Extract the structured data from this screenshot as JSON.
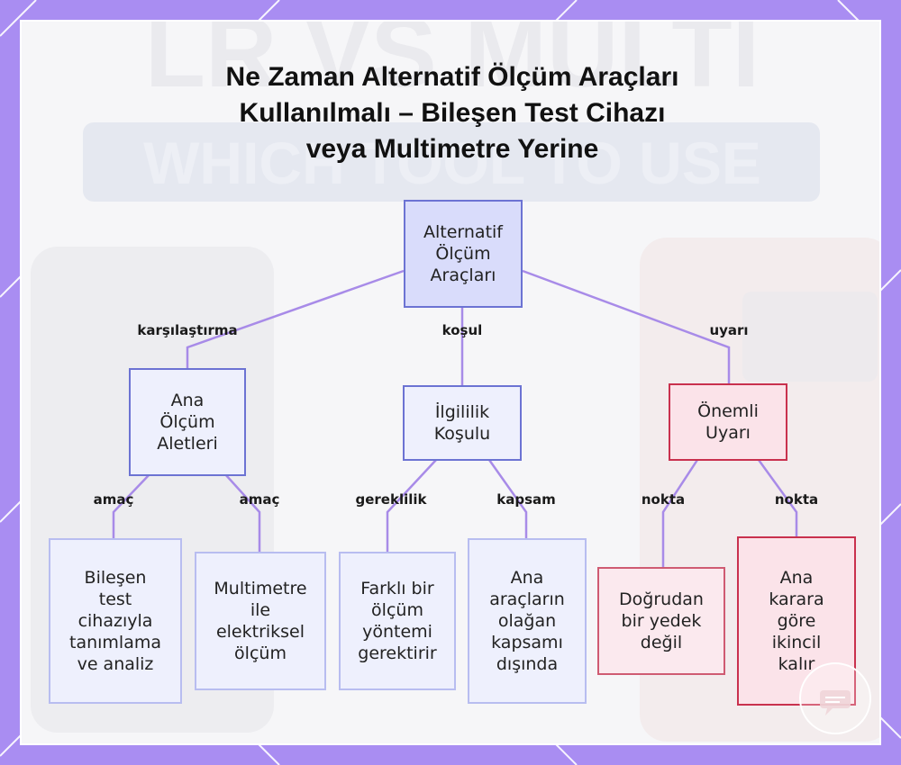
{
  "title": {
    "line1": "Ne Zaman Alternatif Ölçüm Araçları",
    "line2": "Kullanılmalı – Bileşen Test Cihazı",
    "line3": "veya Multimetre Yerine"
  },
  "nodes": {
    "root": "Alternatif\nÖlçüm\nAraçları",
    "main_tools": "Ana\nÖlçüm\nAletleri",
    "relevance": "İlgililik\nKoşulu",
    "warning": "Önemli\nUyarı",
    "component_tester": "Bileşen\ntest\ncihazıyla\ntanımlama\nve analiz",
    "multimeter": "Multimetre\nile\nelektriksel\nölçüm",
    "different_method": "Farklı bir\nölçüm\nyöntemi\ngerektirir",
    "outside_scope": "Ana\naraçların\nolağan\nkapsamı\ndışında",
    "not_replacement": "Doğrudan\nbir yedek\ndeğil",
    "secondary": "Ana\nkarara\ngöre\nikincil\nkalır"
  },
  "edges": {
    "comparison": "karşılaştırma",
    "condition": "koşul",
    "warning": "uyarı",
    "purpose_1": "amaç",
    "purpose_2": "amaç",
    "necessity": "gereklilik",
    "scope": "kapsam",
    "point_1": "nokta",
    "point_2": "nokta"
  },
  "background_ghost_text": {
    "top": "LR VS MULTI",
    "banner": "WHICH TOOL TO USE"
  },
  "colors": {
    "frame": "#a98df2",
    "edge": "#a88be8",
    "root_fill": "#d9dcfb",
    "node_border": "#6c73d3",
    "warning_border": "#c9314e"
  },
  "icons": [
    "chat-bubble-icon"
  ]
}
